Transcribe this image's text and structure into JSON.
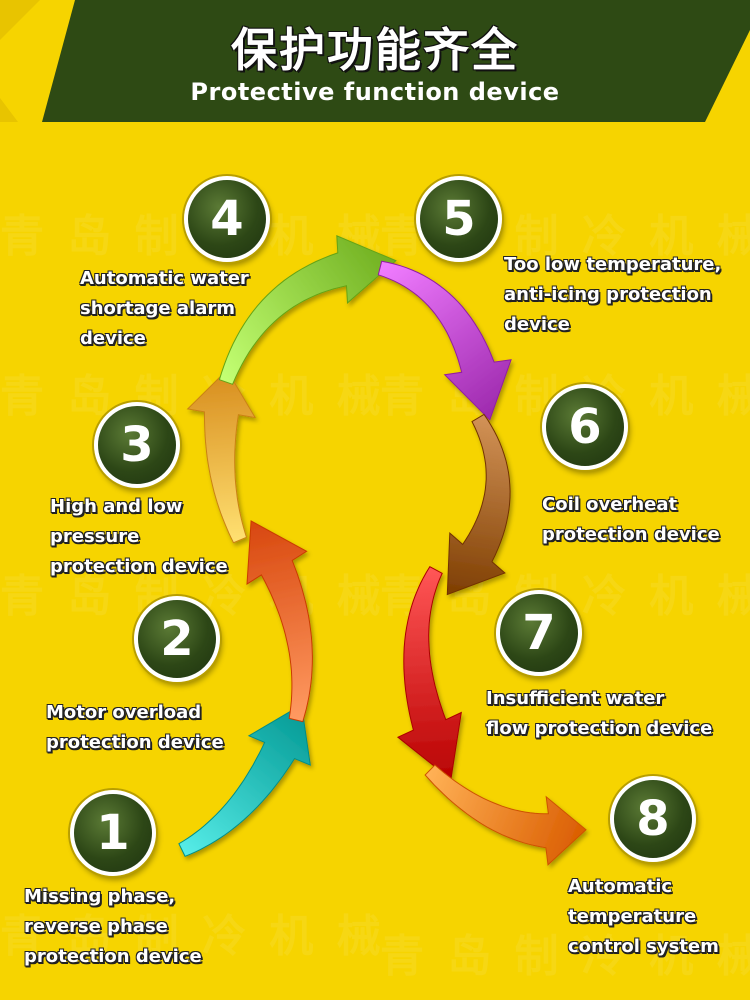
{
  "header": {
    "title_cn": "保护功能齐全",
    "title_en": "Protective function device"
  },
  "colors": {
    "background": "#F6D400",
    "banner_green": "#2E4A14",
    "badge_green": "#2D4716"
  },
  "steps": [
    {
      "number": "1",
      "lines": [
        "Missing phase,",
        "reverse phase",
        "protection device"
      ],
      "arrow_color": "#1FB5B0"
    },
    {
      "number": "2",
      "lines": [
        "Motor overload",
        "protection device"
      ],
      "arrow_color": "#F2632A"
    },
    {
      "number": "3",
      "lines": [
        "High and low",
        "pressure",
        "protection device"
      ],
      "arrow_color": "#F2A93A"
    },
    {
      "number": "4",
      "lines": [
        "Automatic water",
        "shortage alarm",
        "device"
      ],
      "arrow_color": "#8CCB3C"
    },
    {
      "number": "5",
      "lines": [
        "Too low temperature,",
        "anti-icing protection",
        "device"
      ],
      "arrow_color": "#B945C9"
    },
    {
      "number": "6",
      "lines": [
        "Coil overheat",
        "protection device"
      ],
      "arrow_color": "#9A5A1E"
    },
    {
      "number": "7",
      "lines": [
        "Insufficient water",
        "flow protection device"
      ],
      "arrow_color": "#D41E1E"
    },
    {
      "number": "8",
      "lines": [
        "Automatic",
        "temperature",
        "control system"
      ],
      "arrow_color": "#F57A1E"
    }
  ]
}
